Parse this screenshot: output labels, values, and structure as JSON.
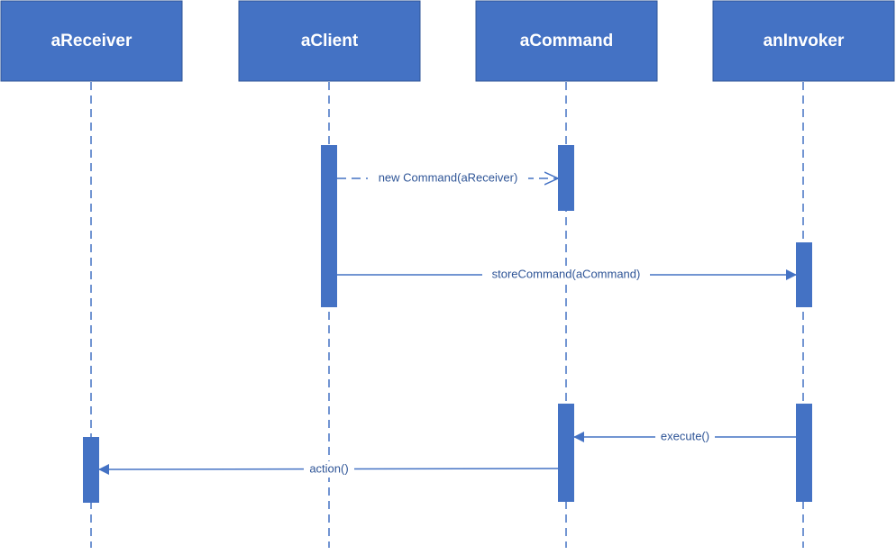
{
  "diagram": {
    "type": "sequence",
    "colors": {
      "box": "#4472C4",
      "box_border": "#2F5597",
      "lifeline": "#4472C4",
      "activation": "#4472C4",
      "message": "#4472C4",
      "label_text": "#2F5597",
      "participant_text": "#ffffff"
    },
    "participants": [
      {
        "id": "aReceiver",
        "label": "aReceiver"
      },
      {
        "id": "aClient",
        "label": "aClient"
      },
      {
        "id": "aCommand",
        "label": "aCommand"
      },
      {
        "id": "anInvoker",
        "label": "anInvoker"
      }
    ],
    "messages": [
      {
        "label": "new Command(aReceiver)",
        "from": "aClient",
        "to": "aCommand",
        "style": "create",
        "arrow": "open"
      },
      {
        "label": "storeCommand(aCommand)",
        "from": "aClient",
        "to": "anInvoker",
        "style": "sync",
        "arrow": "filled"
      },
      {
        "label": "execute()",
        "from": "anInvoker",
        "to": "aCommand",
        "style": "sync",
        "arrow": "filled"
      },
      {
        "label": "action()",
        "from": "aCommand",
        "to": "aReceiver",
        "style": "sync",
        "arrow": "filled"
      }
    ]
  }
}
